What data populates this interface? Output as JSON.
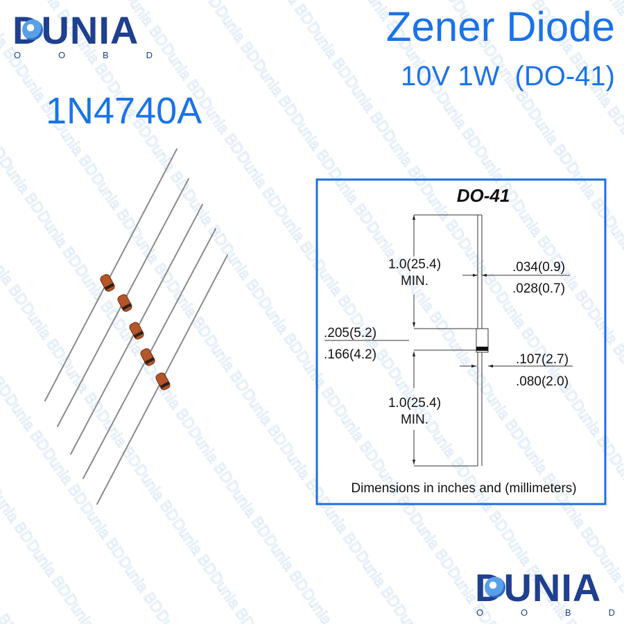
{
  "watermark_text": "Dunia BD",
  "logo": {
    "word": "DUNIA",
    "sub": [
      "O",
      "O",
      "B",
      "D"
    ]
  },
  "header": {
    "title": "Zener Diode",
    "subtitle": "10V 1W  (DO-41)",
    "part_number": "1N4740A"
  },
  "diagram": {
    "package": "DO-41",
    "lead_length": "1.0(25.4)",
    "lead_length_note": "MIN.",
    "lead_length_bottom": "1.0(25.4)",
    "lead_length_bottom_note": "MIN.",
    "lead_dia_max": ".034(0.9)",
    "lead_dia_min": ".028(0.7)",
    "body_len_max": ".205(5.2)",
    "body_len_min": ".166(4.2)",
    "body_dia_max": ".107(2.7)",
    "body_dia_min": ".080(2.0)",
    "caption": "Dimensions in inches and (millimeters)"
  },
  "colors": {
    "accent": "#1a73e8",
    "logo": "#1f3f8f",
    "frame": "#1a6fe0",
    "diode_body": "#b5562a"
  }
}
